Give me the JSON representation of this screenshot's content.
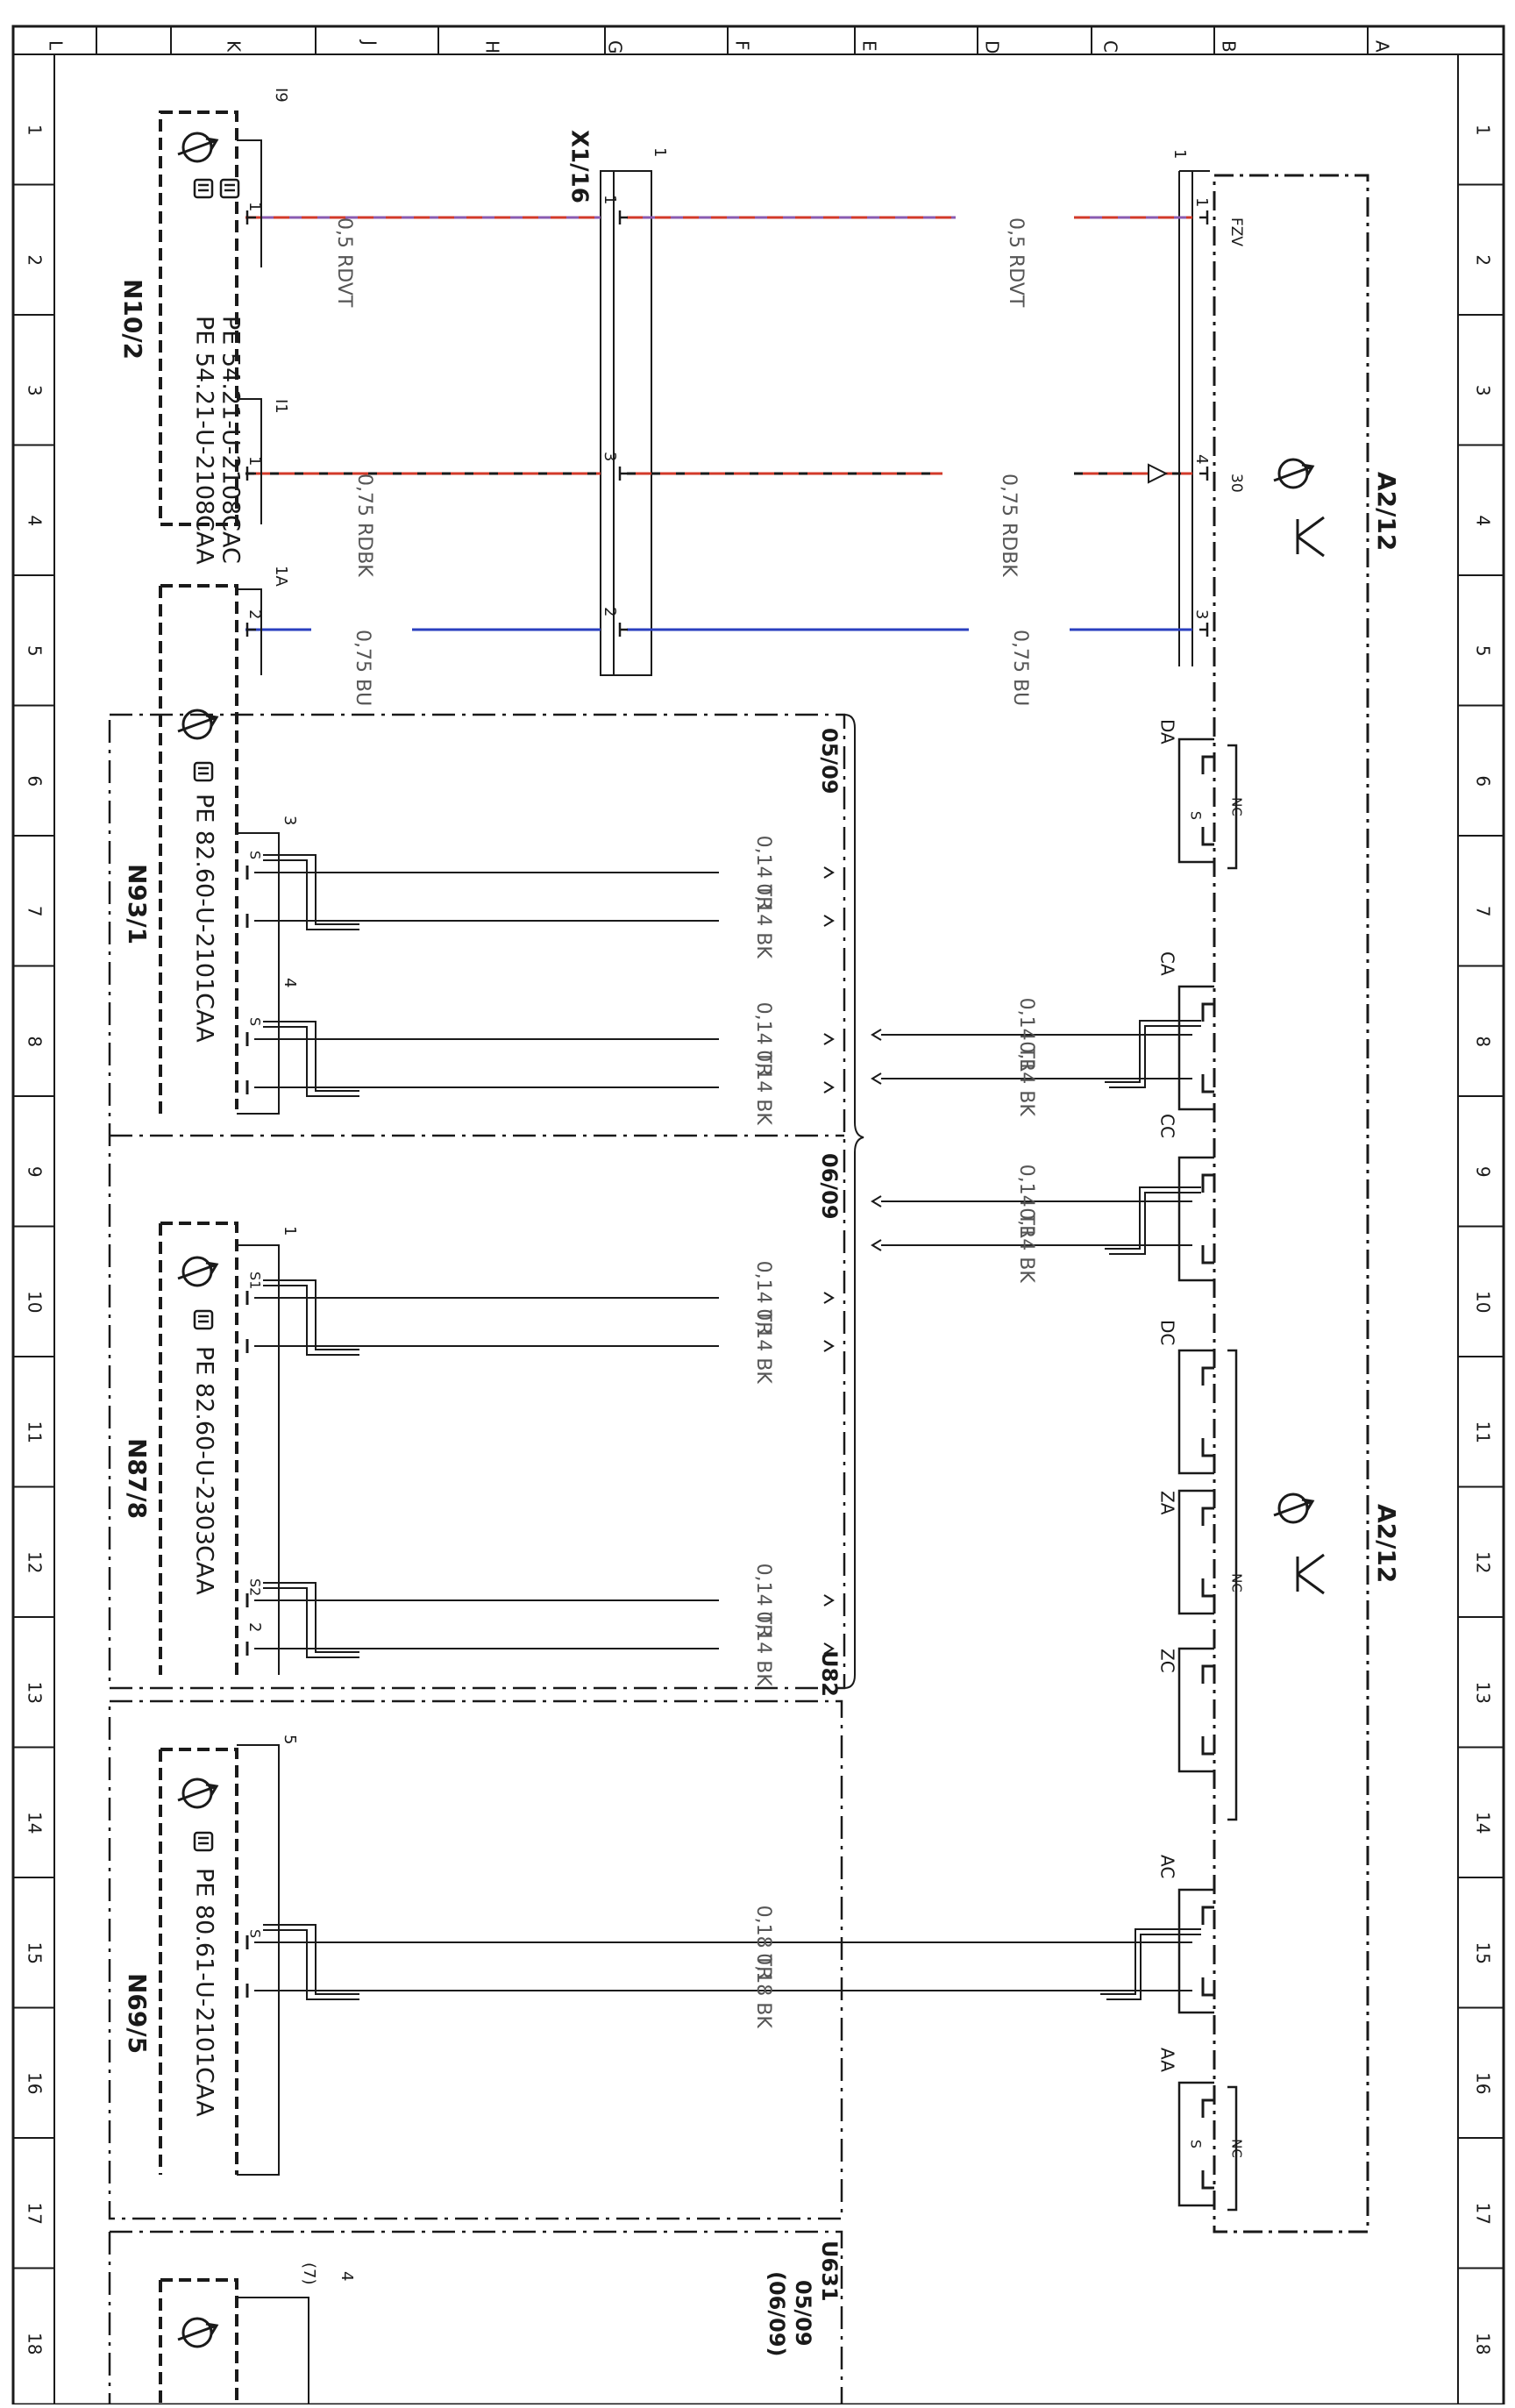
{
  "colors": {
    "frame": "#1a1a1a",
    "wire_black": "#1a1a1a",
    "wire_red": "#d23a2a",
    "wire_violet": "#8a5bb0",
    "wire_blue": "#2a3fbf",
    "label_gray": "#555555"
  },
  "border": {
    "column_letters": [
      "L",
      "K",
      "J",
      "H",
      "G",
      "F",
      "E",
      "D",
      "C",
      "B",
      "A"
    ],
    "row_numbers": [
      "1",
      "2",
      "3",
      "4",
      "5",
      "6",
      "7",
      "8",
      "9",
      "10",
      "11",
      "12",
      "13",
      "14",
      "15",
      "16",
      "17",
      "18"
    ]
  },
  "connectors": {
    "x1_16": {
      "label": "X1/16",
      "top_pin": "1",
      "pins": [
        "1",
        "3",
        "2"
      ]
    }
  },
  "modules": {
    "n10_2": {
      "label": "N10/2",
      "part_numbers": [
        "PE 54.21-U-2108CAA",
        "PE 54.21-U-2108CAC"
      ],
      "connectors": [
        "I9",
        "I1"
      ],
      "pins": [
        "1",
        "1"
      ]
    },
    "n10_2_lower": {
      "connector": "1A",
      "pin": "2"
    },
    "n93_1": {
      "label": "N93/1",
      "part_number": "PE 82.60-U-2101CAA",
      "pin_groups": [
        "3",
        "4"
      ],
      "shield_labels": [
        "S",
        "S"
      ]
    },
    "n87_8": {
      "label": "N87/8",
      "part_number": "PE 82.60-U-2303CAA",
      "pin_groups": [
        "1",
        "2"
      ],
      "shield_labels": [
        "S1",
        "S2"
      ]
    },
    "n69_5": {
      "label": "N69/5",
      "part_number": "PE 80.61-U-2101CAA",
      "pin_group": "5",
      "shield_label": "S"
    },
    "lower_module": {
      "connector": "(7)",
      "pin": "4"
    },
    "a2_12_top": {
      "label": "A2/12",
      "pins": [
        "FZV",
        "30"
      ],
      "connector_pins": [
        "1",
        "4",
        "3"
      ],
      "top_pin": "1"
    },
    "a2_12_bottom": {
      "label": "A2/12",
      "nc_label": "NC",
      "sockets": [
        "DA",
        "CA",
        "CC",
        "DC",
        "ZA",
        "ZC",
        "AC",
        "AA"
      ],
      "shield_labels": [
        "S",
        "S"
      ]
    },
    "u82": {
      "label": "U82",
      "ref_top": "05/09",
      "ref_bottom": "06/09"
    },
    "u631": {
      "label": "U631",
      "ref_1": "05/09",
      "ref_2": "(06/09)"
    }
  },
  "wires": {
    "rdvt_left": "0,5 RDVT",
    "rdvt_right": "0,5 RDVT",
    "rdbk_left": "0,75 RDBK",
    "rdbk_right": "0,75 RDBK",
    "bu_left": "0,75 BU",
    "bu_right": "0,75 BU",
    "tr014": "0,14 TR",
    "bk014": "0,14 BK",
    "tr018": "0,18 TR",
    "bk018": "0,18 BK"
  }
}
